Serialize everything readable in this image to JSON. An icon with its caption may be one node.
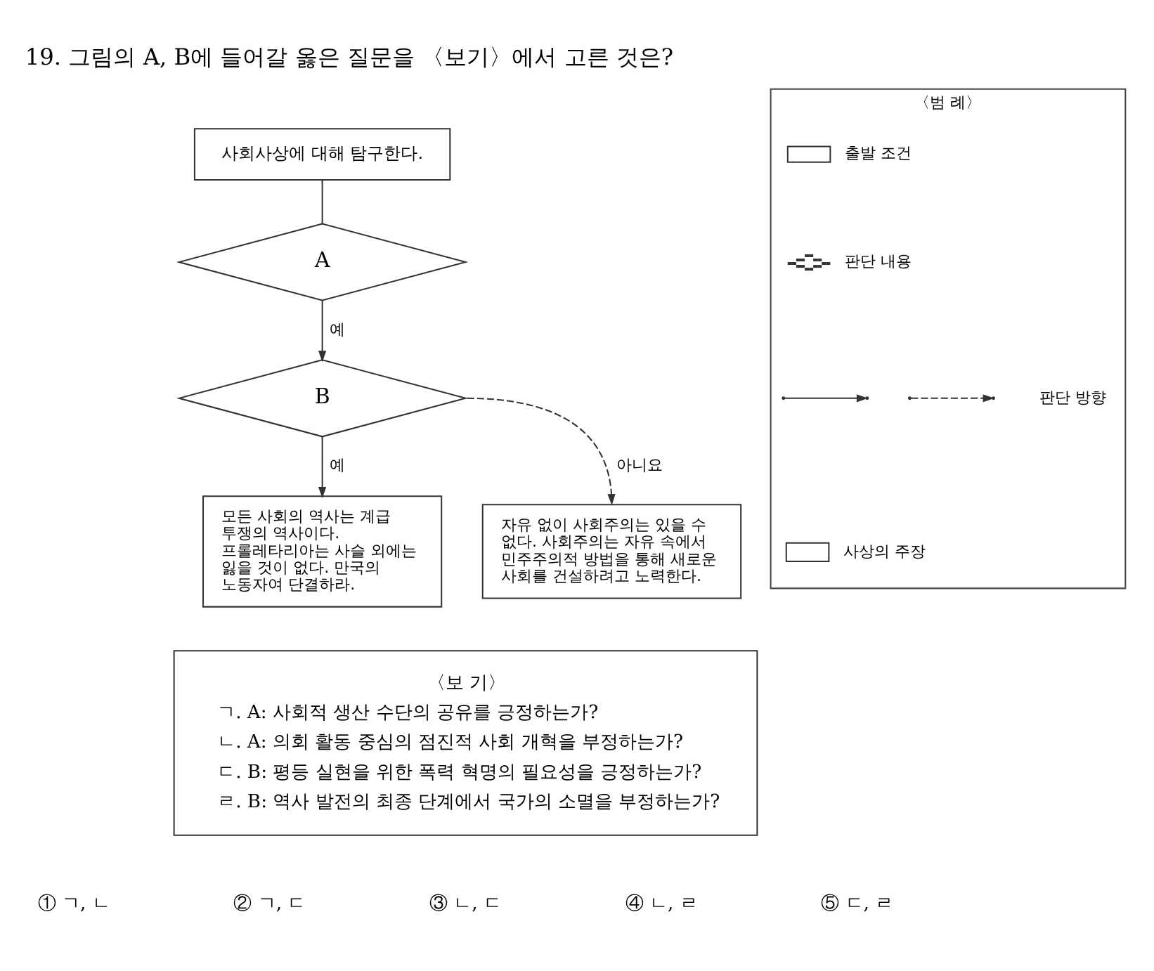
{
  "diagram": {
    "title": "19. 그림의 A, B에 들어갈 옳은 질문을 〈보기〉에서 고른 것은?",
    "nodes": [
      {
        "text": [
          "사회사상에 대해 탐구한다."
        ]
      },
      {
        "text": [
          "A"
        ]
      },
      {
        "text": [
          "B"
        ]
      },
      {
        "text": [
          "모든 사회의 역사는 계급 투쟁의 역사이다. 프롤레타리아는 사슬 외에는 잃을 것이 없다. 만국의 노동자여 단결하라."
        ]
      },
      {
        "text": [
          "자유 없이 사회주의는 있을 수 없다. 사회주의는 자유 속에서 민주주의적 방법을 통해 새로운 사회를 건설하려고 노력한다."
        ]
      },
      {
        "text": [
          "〈보 기〉",
          "ㄱ. A: 사회적 생산 수단의 공유를 긍정하는가?",
          "ㄴ. A: 의회 활동 중심의 점진적 사회 개혁을 부정하는가?",
          "ㄷ. B: 평등 실현을 위한 폭력 혁명의 필요성을 긍정하는가?",
          "ㄹ. B: 역사 발전의 최종 단계에서 국가의 소멸을 부정하는가?"
        ]
      },
      {
        "text": [
          "〈범 례〉"
        ]
      }
    ],
    "edges": [
      {
        "from": 0,
        "to": 1,
        "arrow": "none"
      },
      {
        "from": 1,
        "to": 2,
        "arrow": "to",
        "label": "예"
      },
      {
        "from": 2,
        "to": 3,
        "arrow": "to",
        "label": "예"
      },
      {
        "from": 2,
        "to": 4,
        "arrow": "to",
        "label": "아니요",
        "style": "dashed"
      }
    ],
    "labels": [
      "① ㄱ, ㄴ",
      "② ㄱ, ㄷ",
      "③ ㄴ, ㄷ",
      "④ ㄴ, ㄹ",
      "⑤ ㄷ, ㄹ"
    ],
    "legend": [
      {
        "text": "출발 조건"
      },
      {
        "text": "판단 내용"
      },
      {
        "text": "판단 방향"
      },
      {
        "text": "사상의 주장"
      }
    ]
  }
}
